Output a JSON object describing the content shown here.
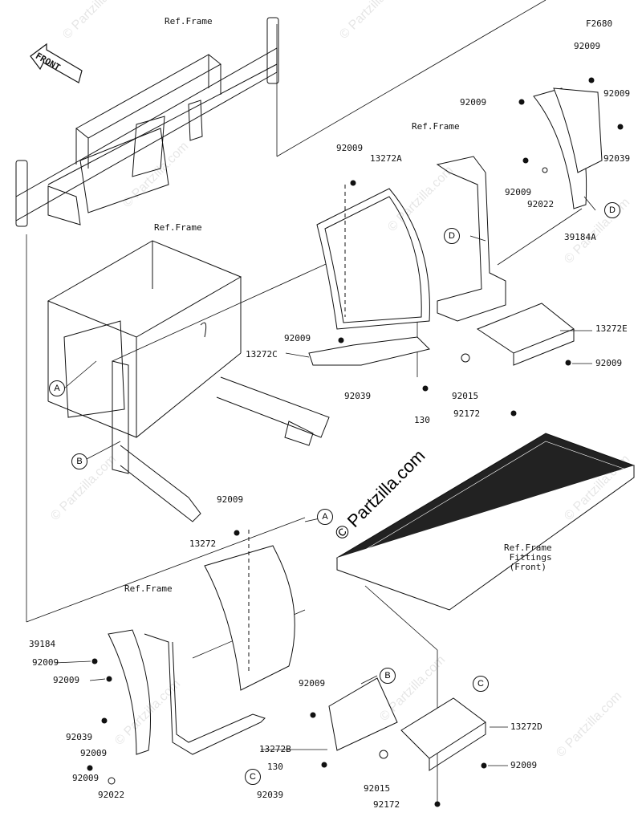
{
  "figure_code": "F2680",
  "front_label": "FRONT",
  "watermark": "© Partzilla.com",
  "callout_letters": {
    "a": "A",
    "b": "B",
    "c": "C",
    "d": "D"
  },
  "labels": {
    "ref_frame_1": "Ref.Frame",
    "ref_frame_2": "Ref.Frame",
    "ref_frame_3": "Ref.Frame",
    "ref_frame_4": "Ref.Frame",
    "ref_frame_fittings": "Ref.Frame\n Fittings\n (Front)",
    "p92009_a": "92009",
    "p92009_b": "92009",
    "p92009_c": "92009",
    "p92009_d": "92009",
    "p92009_e": "92009",
    "p92009_f": "92009",
    "p92009_g": "92009",
    "p92009_h": "92009",
    "p92009_i": "92009",
    "p92009_j": "92009",
    "p92009_k": "92009",
    "p92009_l": "92009",
    "p92009_m": "92009",
    "p92039_a": "92039",
    "p92039_b": "92039",
    "p92039_c": "92039",
    "p92039_d": "92039",
    "p92022_a": "92022",
    "p92022_b": "92022",
    "p39184a": "39184A",
    "p39184": "39184",
    "p13272a": "13272A",
    "p13272": "13272",
    "p13272b": "13272B",
    "p13272c": "13272C",
    "p13272d": "13272D",
    "p13272e": "13272E",
    "p92015_a": "92015",
    "p92015_b": "92015",
    "p92172_a": "92172",
    "p92172_b": "92172",
    "p130_a": "130",
    "p130_b": "130"
  }
}
